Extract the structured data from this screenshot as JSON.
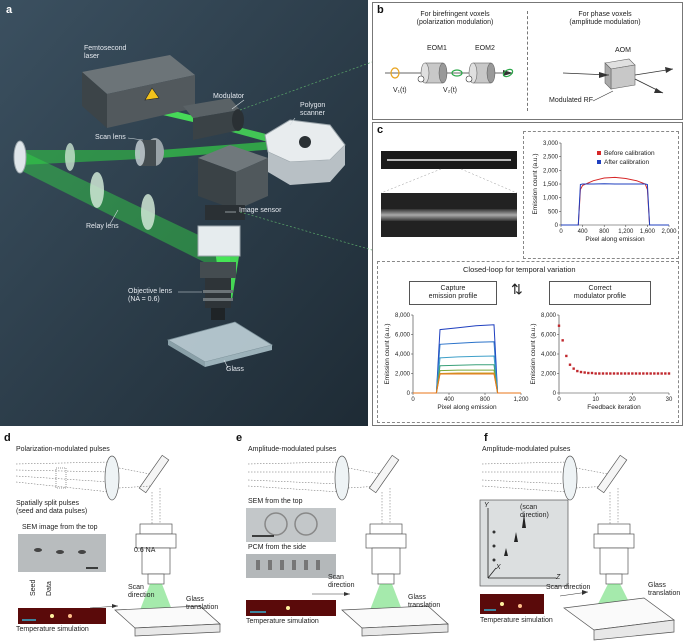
{
  "panel_a": {
    "letter": "a",
    "labels": {
      "laser": "Femtosecond\nlaser",
      "modulator": "Modulator",
      "polygon": "Polygon\nscanner",
      "scan_lens": "Scan lens",
      "relay_lens": "Relay lens",
      "image_sensor": "Image sensor",
      "objective": "Objective lens\n(NA = 0.6)",
      "glass": "Glass"
    }
  },
  "panel_b": {
    "letter": "b",
    "left_title": "For birefringent voxels\n(polarization modulation)",
    "right_title": "For phase voxels\n(amplitude modulation)",
    "eom1": "EOM1",
    "eom2": "EOM2",
    "v1": "V₁(t)",
    "v2": "V₂(t)",
    "aom": "AOM",
    "modulated_rf": "Modulated RF"
  },
  "panel_c": {
    "letter": "c",
    "closed_loop_title": "Closed-loop for temporal variation",
    "capture_box": "Capture\nemission profile",
    "correct_box": "Correct\nmodulator profile"
  },
  "chart_data": [
    {
      "type": "line",
      "legend": [
        "Before calibration",
        "After calibration"
      ],
      "legend_placement": "top-right",
      "xlabel": "Pixel along emission",
      "ylabel": "Emission count (a.u.)",
      "xlim": [
        0,
        2000
      ],
      "ylim": [
        0,
        3000
      ],
      "xticks": [
        "0",
        "400",
        "800",
        "1,200",
        "1,600",
        "2,000"
      ],
      "yticks": [
        "0",
        "500",
        "1,000",
        "1,500",
        "2,000",
        "2,500",
        "3,000"
      ],
      "series": [
        {
          "name": "Before calibration",
          "color": "#d62728",
          "x": [
            0,
            320,
            360,
            400,
            600,
            800,
            1000,
            1200,
            1400,
            1560,
            1600,
            1640,
            2000
          ],
          "y": [
            0,
            0,
            1300,
            1450,
            1620,
            1720,
            1740,
            1700,
            1620,
            1500,
            1300,
            0,
            0
          ]
        },
        {
          "name": "After calibration",
          "color": "#1f3fbf",
          "x": [
            0,
            320,
            360,
            400,
            600,
            800,
            1000,
            1200,
            1400,
            1560,
            1600,
            1640,
            2000
          ],
          "y": [
            0,
            0,
            1480,
            1500,
            1500,
            1510,
            1500,
            1500,
            1500,
            1500,
            1480,
            0,
            0
          ]
        }
      ]
    },
    {
      "type": "line",
      "xlabel": "Pixel along emission",
      "ylabel": "Emission count (a.u.)",
      "xlim": [
        0,
        1200
      ],
      "ylim": [
        0,
        8000
      ],
      "xticks": [
        "0",
        "400",
        "800",
        "1,200"
      ],
      "yticks": [
        "0",
        "2,000",
        "4,000",
        "6,000",
        "8,000"
      ],
      "series": [
        {
          "color": "#1f3fbf",
          "x": [
            0,
            260,
            300,
            500,
            700,
            900,
            940,
            1200
          ],
          "y": [
            0,
            0,
            6500,
            6700,
            6900,
            7000,
            0,
            0
          ]
        },
        {
          "color": "#2a72c9",
          "x": [
            0,
            260,
            300,
            500,
            700,
            900,
            940,
            1200
          ],
          "y": [
            0,
            0,
            5000,
            5100,
            5200,
            5250,
            0,
            0
          ]
        },
        {
          "color": "#3fa0c9",
          "x": [
            0,
            260,
            300,
            500,
            700,
            900,
            940,
            1200
          ],
          "y": [
            0,
            0,
            3600,
            3700,
            3750,
            3800,
            0,
            0
          ]
        },
        {
          "color": "#3aa07a",
          "x": [
            0,
            260,
            300,
            500,
            700,
            900,
            940,
            1200
          ],
          "y": [
            0,
            0,
            2800,
            2850,
            2900,
            2900,
            0,
            0
          ]
        },
        {
          "color": "#7aa83a",
          "x": [
            0,
            260,
            300,
            500,
            700,
            900,
            940,
            1200
          ],
          "y": [
            0,
            0,
            2300,
            2350,
            2350,
            2350,
            0,
            0
          ]
        },
        {
          "color": "#c9a02a",
          "x": [
            0,
            260,
            300,
            500,
            700,
            900,
            940,
            1200
          ],
          "y": [
            0,
            0,
            2000,
            2050,
            2050,
            2050,
            0,
            0
          ]
        },
        {
          "color": "#e8741a",
          "x": [
            0,
            260,
            300,
            500,
            700,
            900,
            940,
            1200
          ],
          "y": [
            0,
            0,
            1950,
            1950,
            1950,
            1950,
            0,
            0
          ]
        }
      ]
    },
    {
      "type": "scatter",
      "xlabel": "Feedback iteration",
      "ylabel": "Emission count (a.u.)",
      "xlim": [
        0,
        30
      ],
      "ylim": [
        0,
        8000
      ],
      "xticks": [
        "0",
        "10",
        "20",
        "30"
      ],
      "yticks": [
        "0",
        "2,000",
        "4,000",
        "6,000",
        "8,000"
      ],
      "color": "#c0282d",
      "x": [
        0,
        1,
        2,
        3,
        4,
        5,
        6,
        7,
        8,
        9,
        10,
        11,
        12,
        13,
        14,
        15,
        16,
        17,
        18,
        19,
        20,
        21,
        22,
        23,
        24,
        25,
        26,
        27,
        28,
        29,
        30
      ],
      "y": [
        6900,
        5400,
        3800,
        2900,
        2500,
        2250,
        2150,
        2100,
        2050,
        2050,
        2000,
        2000,
        2000,
        2000,
        2000,
        2000,
        2000,
        2000,
        2000,
        2000,
        2000,
        2000,
        2000,
        2000,
        2000,
        2000,
        2000,
        2000,
        2000,
        2000,
        2000
      ]
    }
  ],
  "panel_d": {
    "letter": "d",
    "title": "Polarization-modulated pulses",
    "split_note": "Spatially split pulses\n(seed and data pulses)",
    "sem_title": "SEM image from the top",
    "seed": "Seed",
    "data": "Data",
    "na": "0.6 NA",
    "scan_dir": "Scan\ndirection",
    "glass_translation": "Glass\ntranslation",
    "temp_sim": "Temperature simulation"
  },
  "panel_e": {
    "letter": "e",
    "title": "Amplitude-modulated pulses",
    "sem_title": "SEM from the top",
    "pcm_title": "PCM from the side",
    "scan_dir": "Scan\ndirection",
    "glass_translation": "Glass\ntranslation",
    "temp_sim": "Temperature simulation"
  },
  "panel_f": {
    "letter": "f",
    "title": "Amplitude-modulated pulses",
    "y_axis": "Y",
    "x_axis": "X",
    "z_axis": "Z",
    "scan_note": "(scan\ndirection)",
    "scan_dir": "Scan direction",
    "glass_translation": "Glass\ntranslation",
    "temp_sim": "Temperature simulation"
  }
}
